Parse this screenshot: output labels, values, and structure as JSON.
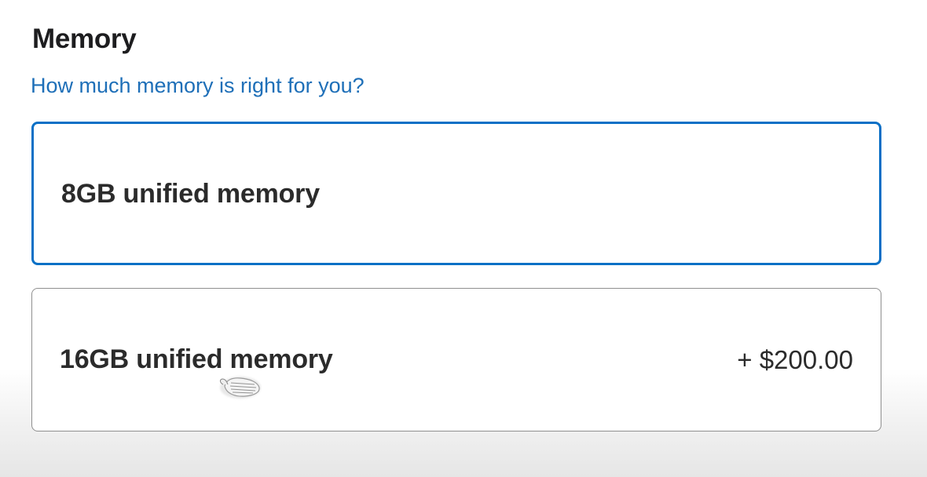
{
  "section": {
    "title": "Memory",
    "help_link": "How much memory is right for you?"
  },
  "options": [
    {
      "label": "8GB unified memory",
      "price": "",
      "selected": true
    },
    {
      "label": "16GB unified memory",
      "price": "+ $200.00",
      "selected": false
    }
  ],
  "colors": {
    "accent": "#0a70c6",
    "link": "#1e6fb8",
    "text": "#1d1d1f",
    "border": "#8f8f8f"
  },
  "icons": {
    "cursor": "hand-pointer-icon"
  }
}
